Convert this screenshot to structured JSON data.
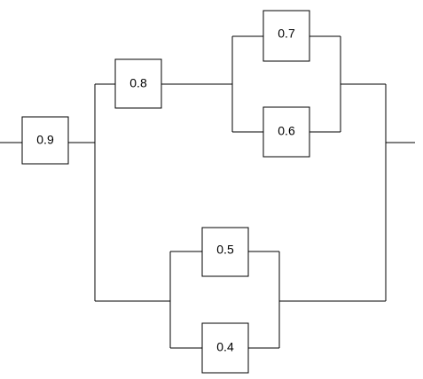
{
  "diagram": {
    "blocks": {
      "b09": "0.9",
      "b08": "0.8",
      "b07": "0.7",
      "b06": "0.6",
      "b05": "0.5",
      "b04": "0.4"
    }
  }
}
